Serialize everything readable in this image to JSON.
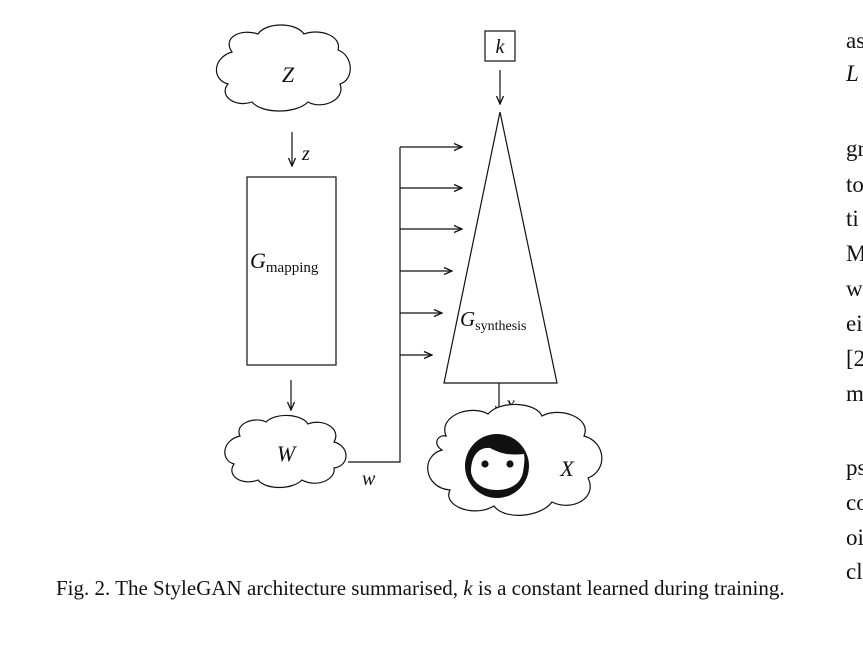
{
  "figure": {
    "clouds": {
      "latent": "Z",
      "style_space": "W",
      "image_space": "X"
    },
    "boxes": {
      "mapping_base": "G",
      "mapping_sub": "mapping",
      "synthesis_base": "G",
      "synthesis_sub": "synthesis",
      "constant": "k"
    },
    "arrow_labels": {
      "z": "z",
      "w": "w",
      "x": "x"
    }
  },
  "caption": {
    "prefix": "Fig. 2.  The StyleGAN architecture summarised,",
    "var": "k",
    "suffix": "is a constant learned during training."
  },
  "right_column": [
    "as",
    "L",
    "gr",
    "to",
    "ti",
    "M",
    "w",
    "ei",
    "[2",
    "m",
    "ps",
    "co",
    "oi",
    "cl"
  ]
}
